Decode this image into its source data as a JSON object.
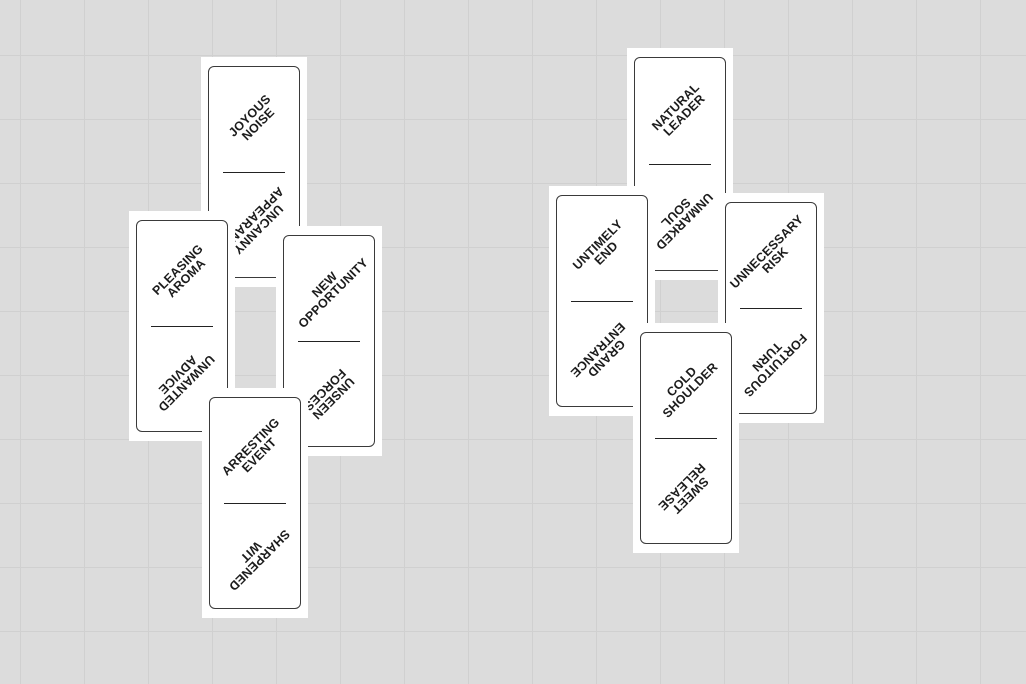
{
  "board": {
    "groups": [
      {
        "cards": [
          {
            "id": "c1",
            "top": [
              "JOYOUS",
              "NOISE"
            ],
            "bottom": [
              "UNCANNY",
              "APPEARANCE"
            ]
          },
          {
            "id": "c2",
            "top": [
              "PLEASING",
              "AROMA"
            ],
            "bottom": [
              "UNWANTED",
              "ADVICE"
            ]
          },
          {
            "id": "c3",
            "top": [
              "NEW",
              "OPPORTUNITY"
            ],
            "bottom": [
              "UNSEEN",
              "FORCES"
            ]
          },
          {
            "id": "c4",
            "top": [
              "ARRESTING",
              "EVENT"
            ],
            "bottom": [
              "SHARPENED",
              "WIT"
            ]
          }
        ]
      },
      {
        "cards": [
          {
            "id": "c5",
            "top": [
              "NATURAL",
              "LEADER"
            ],
            "bottom": [
              "UNMARKED",
              "SOUL"
            ]
          },
          {
            "id": "c6",
            "top": [
              "UNTIMELY",
              "END"
            ],
            "bottom": [
              "GRAND",
              "ENTRANCE"
            ]
          },
          {
            "id": "c7",
            "top": [
              "UNNECESSARY",
              "RISK"
            ],
            "bottom": [
              "FORTUITOUS",
              "TURN"
            ]
          },
          {
            "id": "c8",
            "top": [
              "COLD",
              "SHOULDER"
            ],
            "bottom": [
              "SWEET",
              "RELEASE"
            ]
          }
        ]
      }
    ]
  },
  "colors": {
    "background": "#dcdcdc",
    "grid": "#d0d0d0",
    "card": "#ffffff",
    "ink": "#1c1c1c"
  }
}
